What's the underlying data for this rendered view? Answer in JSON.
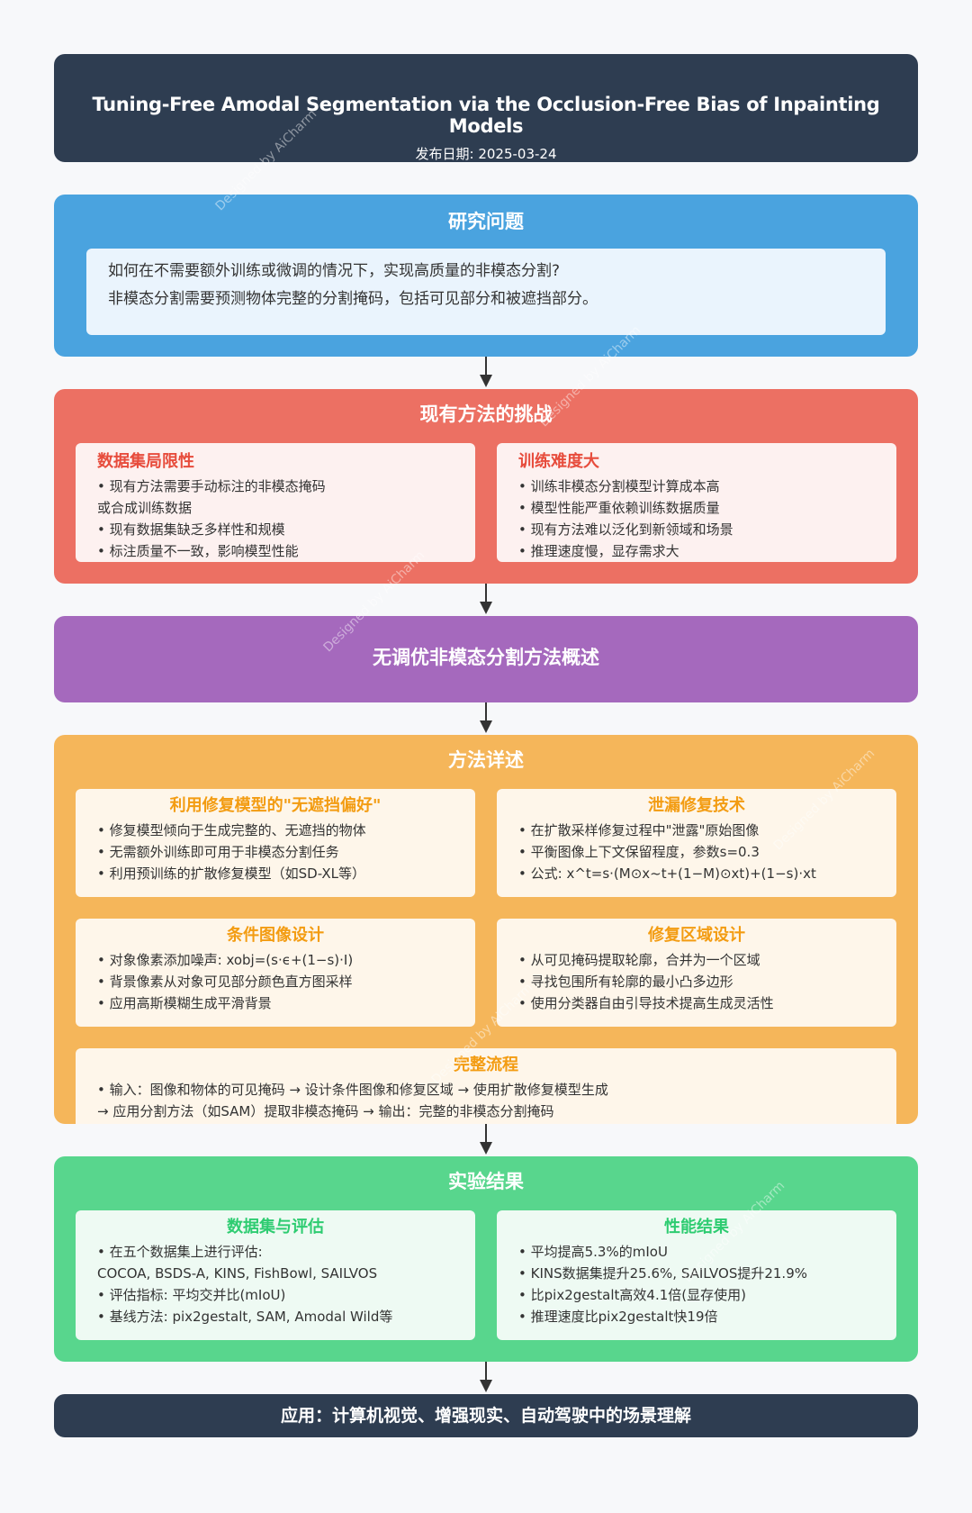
{
  "header": {
    "title": "Tuning-Free Amodal Segmentation via the Occlusion-Free Bias of Inpainting Models",
    "date": "发布日期: 2025-03-24"
  },
  "question": {
    "title": "研究问题",
    "lines": [
      "如何在不需要额外训练或微调的情况下，实现高质量的非模态分割?",
      "非模态分割需要预测物体完整的分割掩码，包括可见部分和被遮挡部分。"
    ]
  },
  "challenges": {
    "title": "现有方法的挑战",
    "left": {
      "title": "数据集局限性",
      "items": [
        "现有方法需要手动标注的非模态掩码",
        "或合成训练数据",
        "现有数据集缺乏多样性和规模",
        "标注质量不一致，影响模型性能"
      ]
    },
    "right": {
      "title": "训练难度大",
      "items": [
        "训练非模态分割模型计算成本高",
        "模型性能严重依赖训练数据质量",
        "现有方法难以泛化到新领域和场景",
        "推理速度慢，显存需求大"
      ]
    }
  },
  "overview": {
    "title": "无调优非模态分割方法概述"
  },
  "method": {
    "title": "方法详述",
    "c1": {
      "title": "利用修复模型的\"无遮挡偏好\"",
      "items": [
        "修复模型倾向于生成完整的、无遮挡的物体",
        "无需额外训练即可用于非模态分割任务",
        "利用预训练的扩散修复模型（如SD-XL等）"
      ]
    },
    "c2": {
      "title": "泄漏修复技术",
      "items": [
        "在扩散采样修复过程中\"泄露\"原始图像",
        "平衡图像上下文保留程度，参数s=0.3",
        "公式: x^t=s·(M⊙x~t+(1−M)⊙xt)+(1−s)·xt"
      ]
    },
    "c3": {
      "title": "条件图像设计",
      "items": [
        "对象像素添加噪声: xobj=(s·ϵ+(1−s)·I)",
        "背景像素从对象可见部分颜色直方图采样",
        "应用高斯模糊生成平滑背景"
      ]
    },
    "c4": {
      "title": "修复区域设计",
      "items": [
        "从可见掩码提取轮廓，合并为一个区域",
        "寻找包围所有轮廓的最小凸多边形",
        "使用分类器自由引导技术提高生成灵活性"
      ]
    },
    "c5": {
      "title": "完整流程",
      "items": [
        "• 输入：图像和物体的可见掩码 → 设计条件图像和修复区域 → 使用扩散修复模型生成",
        "→ 应用分割方法（如SAM）提取非模态掩码 → 输出：完整的非模态分割掩码"
      ]
    }
  },
  "results": {
    "title": "实验结果",
    "left": {
      "title": "数据集与评估",
      "items": [
        "在五个数据集上进行评估:",
        "COCOA, BSDS-A, KINS, FishBowl, SAILVOS",
        "评估指标: 平均交并比(mIoU)",
        "基线方法: pix2gestalt, SAM, Amodal Wild等"
      ]
    },
    "right": {
      "title": "性能结果",
      "items": [
        "平均提高5.3%的mIoU",
        "KINS数据集提升25.6%, SAILVOS提升21.9%",
        "比pix2gestalt高效4.1倍(显存使用)",
        "推理速度比pix2gestalt快19倍"
      ]
    }
  },
  "application": {
    "text": "应用：计算机视觉、增强现实、自动驾驶中的场景理解"
  },
  "watermark": "Designed by AiCharm"
}
